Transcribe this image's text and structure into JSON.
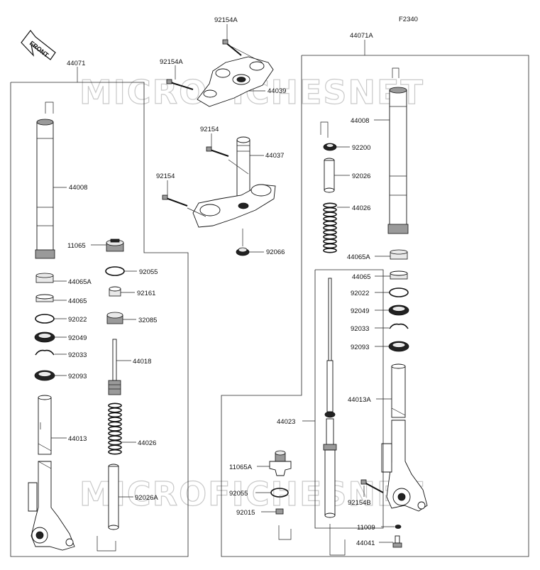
{
  "figure_code": "F2340",
  "front_label": "FRONT",
  "watermark_text": "MICROFICHESNET",
  "assembly_labels": {
    "left_assembly": "44071",
    "right_assembly": "44071A"
  },
  "parts": {
    "p92154A_top": "92154A",
    "p92154A_left": "92154A",
    "p44039": "44039",
    "p92154_top": "92154",
    "p44037": "44037",
    "p92154_left": "92154",
    "p92066": "92066",
    "l44008": "44008",
    "l11065": "11065",
    "l92055": "92055",
    "l44065A": "44065A",
    "l92161": "92161",
    "l44065": "44065",
    "l92022": "92022",
    "l32085": "32085",
    "l92049": "92049",
    "l92033": "92033",
    "l44018": "44018",
    "l92093": "92093",
    "l44013": "44013",
    "l44026": "44026",
    "l92026A": "92026A",
    "r44008": "44008",
    "r92200": "92200",
    "r92026": "92026",
    "r44026": "44026",
    "r44065A": "44065A",
    "r44065": "44065",
    "r92022": "92022",
    "r92049": "92049",
    "r92033": "92033",
    "r92093": "92093",
    "r44013A": "44013A",
    "r44023": "44023",
    "r11065A": "11065A",
    "r92055": "92055",
    "r92015": "92015",
    "r92154B": "92154B",
    "r11009": "11009",
    "r44041": "44041"
  }
}
